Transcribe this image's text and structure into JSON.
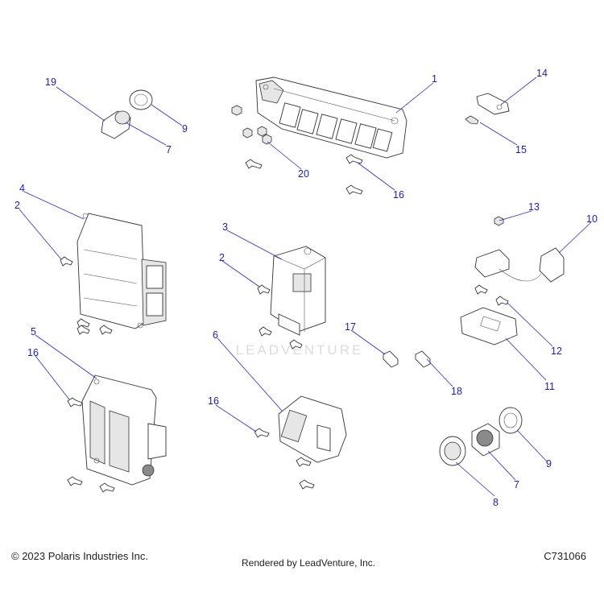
{
  "watermark": "LEADVENTURE",
  "callouts": {
    "c1": "1",
    "c2a": "2",
    "c2b": "2",
    "c3": "3",
    "c4": "4",
    "c5": "5",
    "c6": "6",
    "c7a": "7",
    "c7b": "7",
    "c8": "8",
    "c9a": "9",
    "c9b": "9",
    "c10": "10",
    "c11": "11",
    "c12": "12",
    "c13": "13",
    "c14": "14",
    "c15": "15",
    "c16a": "16",
    "c16b": "16",
    "c16c": "16",
    "c17": "17",
    "c18": "18",
    "c19": "19",
    "c20": "20"
  },
  "footer": {
    "copyright": "© 2023 Polaris Industries Inc.",
    "rendered_by": "Rendered by LeadVenture, Inc.",
    "diagram_code": "C731066"
  },
  "colors": {
    "callout": "#1a1ad0",
    "line_art": "#333333"
  }
}
